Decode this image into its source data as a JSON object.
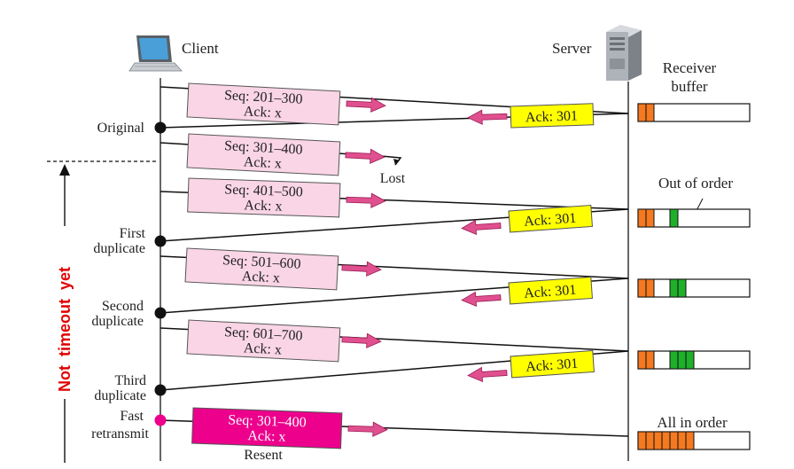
{
  "client_label": "Client",
  "server_label": "Server",
  "receiver_buffer_label": [
    "Receiver",
    "buffer"
  ],
  "side_label": "Not  timeout  yet",
  "lost_label": "Lost",
  "resent_label": "Resent",
  "out_of_order_label": "Out of order",
  "all_in_order_label": "All in order",
  "client_events": [
    {
      "lines": [
        "Original"
      ]
    },
    {
      "lines": [
        "First",
        "duplicate"
      ]
    },
    {
      "lines": [
        "Second",
        "duplicate"
      ]
    },
    {
      "lines": [
        "Third",
        "duplicate"
      ]
    },
    {
      "lines": [
        "Fast",
        "retransmit"
      ]
    }
  ],
  "segments": [
    {
      "seq": "Seq: 201–300",
      "ack": "Ack: x",
      "status": "delivered"
    },
    {
      "seq": "Seq: 301–400",
      "ack": "Ack: x",
      "status": "lost"
    },
    {
      "seq": "Seq: 401–500",
      "ack": "Ack: x",
      "status": "delivered"
    },
    {
      "seq": "Seq: 501–600",
      "ack": "Ack: x",
      "status": "delivered"
    },
    {
      "seq": "Seq: 601–700",
      "ack": "Ack: x",
      "status": "delivered"
    },
    {
      "seq": "Seq: 301–400",
      "ack": "Ack: x",
      "status": "resent"
    }
  ],
  "acks": [
    "Ack: 301",
    "Ack: 301",
    "Ack: 301",
    "Ack: 301"
  ],
  "buffer_states": [
    {
      "cells": [
        "filled",
        "filled",
        "empty",
        "empty",
        "empty",
        "empty",
        "empty",
        "empty",
        "empty",
        "empty",
        "empty",
        "empty",
        "empty",
        "empty"
      ]
    },
    {
      "cells": [
        "filled",
        "filled",
        "empty",
        "empty",
        "ooo",
        "empty",
        "empty",
        "empty",
        "empty",
        "empty",
        "empty",
        "empty",
        "empty",
        "empty"
      ]
    },
    {
      "cells": [
        "filled",
        "filled",
        "empty",
        "empty",
        "ooo",
        "ooo",
        "empty",
        "empty",
        "empty",
        "empty",
        "empty",
        "empty",
        "empty",
        "empty"
      ]
    },
    {
      "cells": [
        "filled",
        "filled",
        "empty",
        "empty",
        "ooo",
        "ooo",
        "ooo",
        "empty",
        "empty",
        "empty",
        "empty",
        "empty",
        "empty",
        "empty"
      ]
    },
    {
      "cells": [
        "filled",
        "filled",
        "filled",
        "filled",
        "filled",
        "filled",
        "filled",
        "empty",
        "empty",
        "empty",
        "empty",
        "empty",
        "empty",
        "empty"
      ]
    }
  ],
  "colors": {
    "segment_fill": "#f9d5e5",
    "resent_fill": "#ec008c",
    "ack_fill": "#ffff00",
    "arrow_pink": "#e0508f",
    "buffer_filled": "#f47920",
    "buffer_out_of_order": "#1fb02a",
    "side_label": "#e00000",
    "client_dot": "#111111",
    "retransmit_dot": "#ec008c"
  },
  "icons": {
    "client": "laptop-icon",
    "server": "server-tower-icon"
  }
}
